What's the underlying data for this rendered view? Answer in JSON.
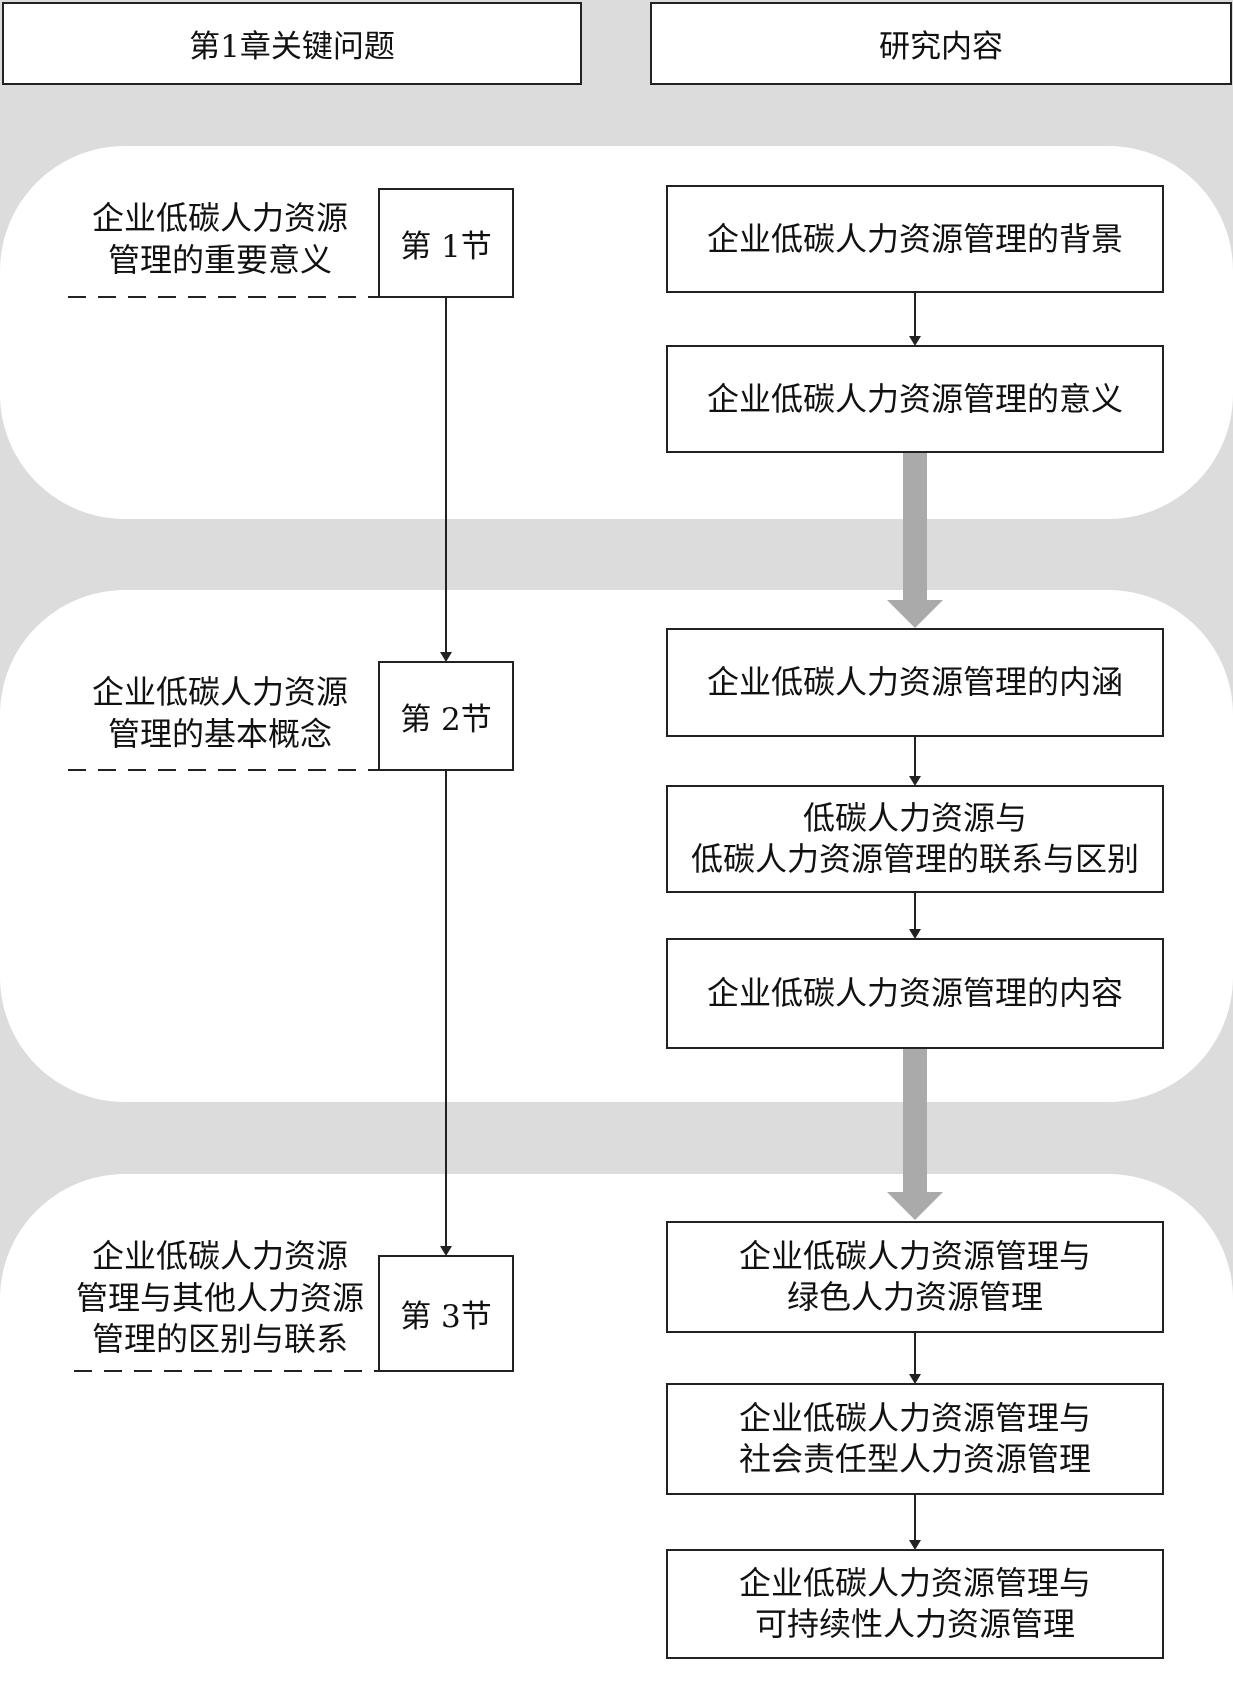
{
  "headers": {
    "left": "第1章关键问题",
    "right": "研究内容"
  },
  "sections": [
    {
      "label": "第 1节",
      "issue": "企业低碳人力资源\n管理的重要意义",
      "contents": [
        "企业低碳人力资源管理的背景",
        "企业低碳人力资源管理的意义"
      ]
    },
    {
      "label": "第 2节",
      "issue": "企业低碳人力资源\n管理的基本概念",
      "contents": [
        "企业低碳人力资源管理的内涵",
        "低碳人力资源与\n低碳人力资源管理的联系与区别",
        "企业低碳人力资源管理的内容"
      ]
    },
    {
      "label": "第 3节",
      "issue": "企业低碳人力资源\n管理与其他人力资源\n管理的区别与联系",
      "contents": [
        "企业低碳人力资源管理与\n绿色人力资源管理",
        "企业低碳人力资源管理与\n社会责任型人力资源管理",
        "企业低碳人力资源管理与\n可持续性人力资源管理"
      ]
    }
  ]
}
